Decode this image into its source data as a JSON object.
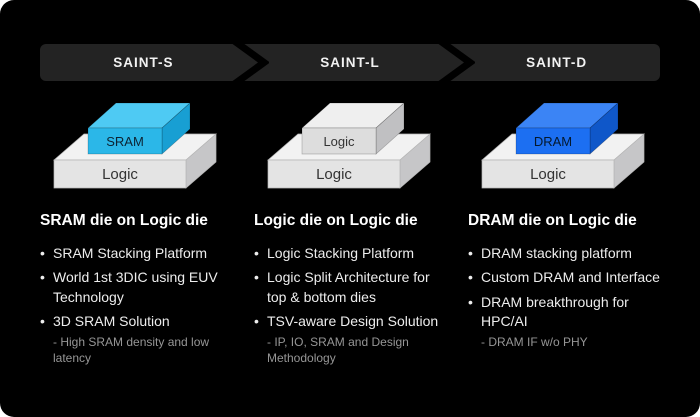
{
  "palette": {
    "card_bg": "#000000",
    "bar_bg": "#232323",
    "sram_accent": "#2bb7e8",
    "dram_accent": "#1c6ff2",
    "die_gray": "#e4e4e4",
    "subtext_gray": "#969696"
  },
  "glyphs": {
    "bullet": "•"
  },
  "header": {
    "stages": [
      {
        "label": "SAINT-S"
      },
      {
        "label": "SAINT-L"
      },
      {
        "label": "SAINT-D"
      }
    ]
  },
  "columns": [
    {
      "stack": {
        "top_label": "SRAM",
        "base_label": "Logic",
        "label_color": "#0d2433",
        "top_faces": {
          "front": "#2bb7e8",
          "top": "#4ecaf3",
          "side": "#189fd3"
        }
      },
      "heading": "SRAM die on Logic die",
      "bullets": [
        {
          "text": "SRAM Stacking Platform"
        },
        {
          "text": "World 1st 3DIC using EUV\nTechnology"
        },
        {
          "text": "3D SRAM Solution",
          "sub": "- High SRAM density and low\nlatency"
        }
      ]
    },
    {
      "stack": {
        "top_label": "Logic",
        "base_label": "Logic",
        "label_color": "#333333",
        "top_faces": {
          "front": "#dddddd",
          "top": "#efefef",
          "side": "#c0c0c2"
        }
      },
      "heading": "Logic die on Logic die",
      "bullets": [
        {
          "text": "Logic Stacking Platform"
        },
        {
          "text": "Logic Split Architecture for\ntop & bottom dies"
        },
        {
          "text": "TSV-aware Design Solution",
          "sub": "- IP, IO, SRAM and Design\nMethodology"
        }
      ]
    },
    {
      "stack": {
        "top_label": "DRAM",
        "base_label": "Logic",
        "label_color": "#04192e",
        "top_faces": {
          "front": "#1c6ff2",
          "top": "#3b84f5",
          "side": "#0f57c9"
        }
      },
      "heading": "DRAM die on Logic die",
      "bullets": [
        {
          "text": "DRAM stacking platform"
        },
        {
          "text": "Custom DRAM and Interface"
        },
        {
          "text": "DRAM breakthrough for\nHPC/AI",
          "sub": "- DRAM IF w/o PHY"
        }
      ]
    }
  ]
}
